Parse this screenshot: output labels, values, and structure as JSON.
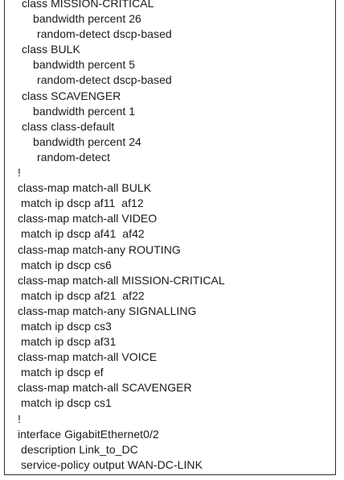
{
  "document": {
    "lines": [
      "class MISSION-CRITICAL",
      "bandwidth percent 26",
      "random-detect dscp-based",
      "class BULK",
      "bandwidth percent 5",
      "random-detect dscp-based",
      "class SCAVENGER",
      "bandwidth percent 1",
      "class class-default",
      "bandwidth percent 24",
      "random-detect",
      "!",
      "class-map match-all BULK",
      "match ip dscp af11  af12",
      "class-map match-all VIDEO",
      "match ip dscp af41  af42",
      "class-map match-any ROUTING",
      "match ip dscp cs6",
      "class-map match-all MISSION-CRITICAL",
      "match ip dscp af21  af22",
      "class-map match-any SIGNALLING",
      "match ip dscp cs3",
      "match ip dscp af31",
      "class-map match-all VOICE",
      "match ip dscp ef",
      "class-map match-all SCAVENGER",
      "match ip dscp cs1",
      "!",
      "interface GigabitEthernet0/2",
      "description Link_to_DC",
      "service-policy output WAN-DC-LINK"
    ]
  }
}
